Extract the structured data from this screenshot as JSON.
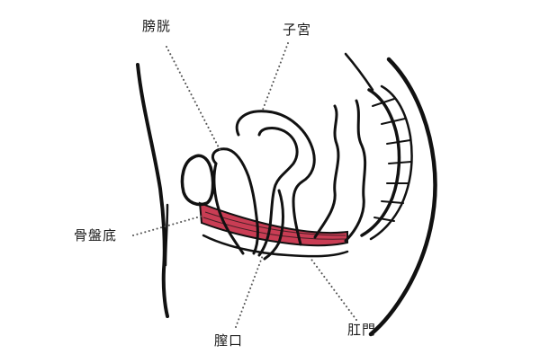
{
  "labels": {
    "bladder": "膀胱",
    "uterus": "子宮",
    "pelvic_floor": "骨盤底",
    "vaginal_opening": "膣口",
    "anus": "肛門"
  },
  "colors": {
    "pelvic_floor_fill": "#c93d54",
    "outline": "#111111",
    "leader": "#555555"
  }
}
